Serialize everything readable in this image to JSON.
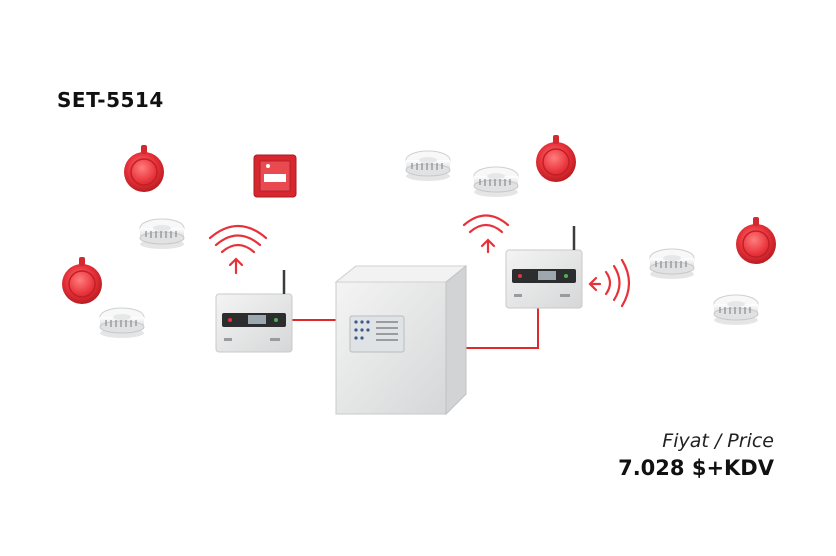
{
  "product": {
    "code": "SET-5514",
    "price_label": "Fiyat / Price",
    "price_value": "7.028 $+KDV"
  },
  "colors": {
    "accent_red": "#e8323a",
    "wire_red": "#e02a2a",
    "device_grey": "#e9eaeb"
  },
  "icons": [
    "wireless-signal-icon",
    "smoke-detector-icon",
    "siren-icon",
    "manual-call-point-icon",
    "control-panel-icon",
    "repeater-module-icon"
  ]
}
